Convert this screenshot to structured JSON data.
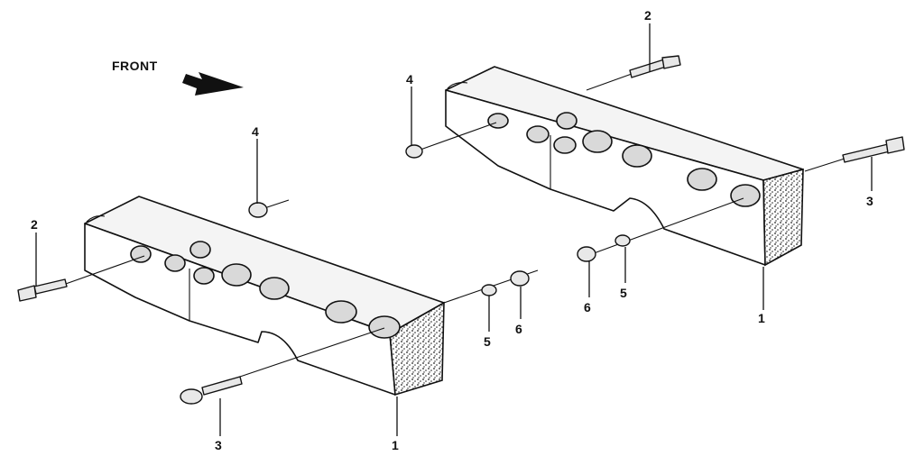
{
  "front_label": "FRONT",
  "left_assembly": {
    "callouts": {
      "bracket": "1",
      "bolt_left": "2",
      "bolt_bottom": "3",
      "nut_top": "4",
      "washer": "5",
      "nut": "6"
    }
  },
  "right_assembly": {
    "callouts": {
      "bracket": "1",
      "bolt_top": "2",
      "bolt_right": "3",
      "nut_left": "4",
      "washer": "5",
      "nut": "6"
    }
  }
}
